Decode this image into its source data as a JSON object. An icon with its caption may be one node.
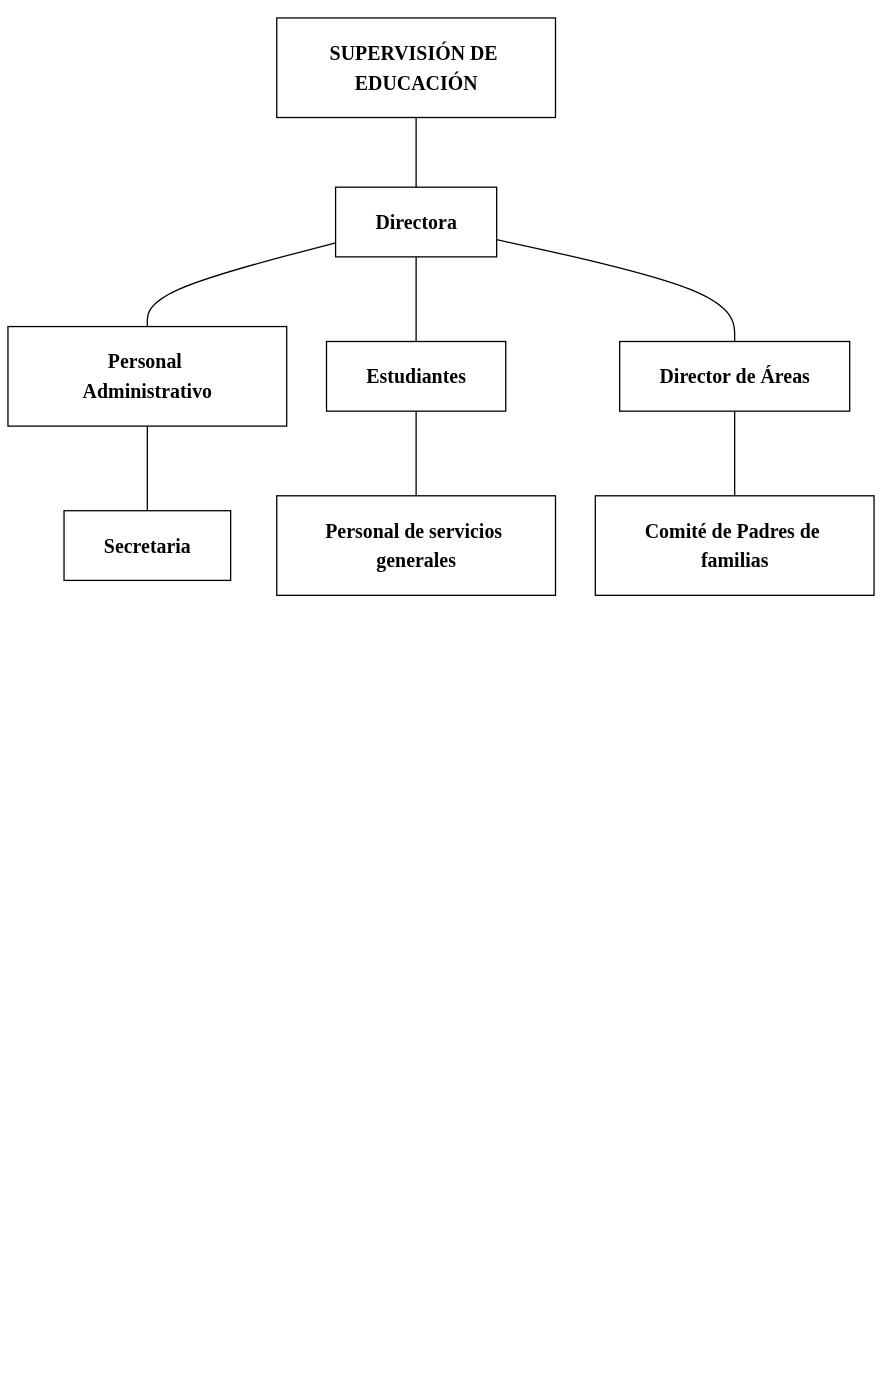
{
  "diagram": {
    "nodes": [
      {
        "text": [
          "SUPERVISIÓN DE EDUCACIÓN"
        ]
      },
      {
        "text": [
          "Directora"
        ]
      },
      {
        "text": [
          "Personal Administrativo"
        ]
      },
      {
        "text": [
          "Director de Áreas"
        ]
      },
      {
        "text": [
          "Secretaria"
        ]
      },
      {
        "text": [
          "Comité de Padres de familias"
        ]
      },
      {
        "text": [
          "Estudiantes"
        ]
      },
      {
        "text": [
          "Personal de servicios generales"
        ]
      }
    ],
    "edges": [
      {
        "from": 0,
        "to": 1,
        "arrow": "none"
      },
      {
        "from": 1,
        "to": 2,
        "arrow": "none"
      },
      {
        "from": 1,
        "to": 6,
        "arrow": "none"
      },
      {
        "from": 1,
        "to": 3,
        "arrow": "none"
      },
      {
        "from": 2,
        "to": 4,
        "arrow": "none"
      },
      {
        "from": 3,
        "to": 5,
        "arrow": "none"
      },
      {
        "from": 6,
        "to": 7,
        "arrow": "none"
      }
    ]
  }
}
